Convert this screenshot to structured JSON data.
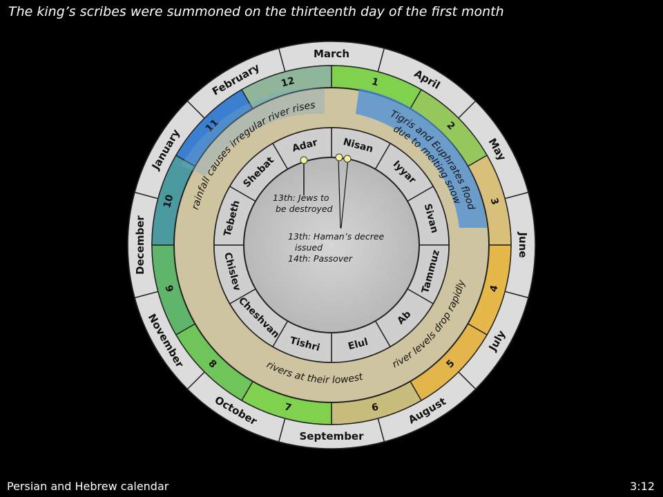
{
  "title": "The king’s scribes were summoned on the thirteenth day of the first month",
  "caption": "Persian and Hebrew calendar",
  "reference": "3:12",
  "gregorian_months": [
    "March",
    "April",
    "May",
    "June",
    "July",
    "August",
    "September",
    "October",
    "November",
    "December",
    "January",
    "February"
  ],
  "persian_months": [
    {
      "number": "1",
      "color": "#7fd14e"
    },
    {
      "number": "2",
      "color": "#94c85c"
    },
    {
      "number": "3",
      "color": "#d8c07a"
    },
    {
      "number": "4",
      "color": "#e6b84a"
    },
    {
      "number": "5",
      "color": "#e3b54a"
    },
    {
      "number": "6",
      "color": "#c9bd7e"
    },
    {
      "number": "7",
      "color": "#7fd14e"
    },
    {
      "number": "8",
      "color": "#6fc45a"
    },
    {
      "number": "9",
      "color": "#5fb56a"
    },
    {
      "number": "10",
      "color": "#4a9aa0"
    },
    {
      "number": "11",
      "color": "#3a7fd0"
    },
    {
      "number": "12",
      "color": "#8fb59a"
    }
  ],
  "hebrew_months": [
    "Nisan",
    "Iyyar",
    "Sivan",
    "Tammuz",
    "Ab",
    "Elul",
    "Tishri",
    "Cheshvan",
    "Chislev",
    "Tebeth",
    "Shebat",
    "Adar"
  ],
  "seasons": {
    "flood": [
      "Tigris and Euphrates flood",
      "due to melting snow"
    ],
    "rainfall": "rainfall causes irregular river rises",
    "drop": "river levels drop rapidly",
    "lowest": "rivers at their lowest"
  },
  "annotations": {
    "adar_note": [
      "13th: Jews to",
      "be destroyed"
    ],
    "nisan_note": [
      "13th: Haman’s decree",
      "issued",
      "14th: Passover"
    ]
  },
  "colors": {
    "background": "#000000",
    "outer_ring": "#dcdcdc",
    "inner_disc": "#c8c8c8",
    "season_band": "#cfc4a0"
  }
}
